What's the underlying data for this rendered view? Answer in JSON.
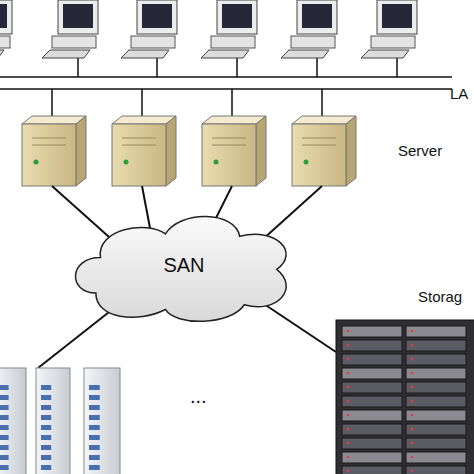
{
  "diagram": {
    "nodes": [
      {
        "text": [
          "SAN"
        ]
      }
    ],
    "labels": [
      "LA",
      "Server",
      "Storag",
      "..."
    ]
  }
}
